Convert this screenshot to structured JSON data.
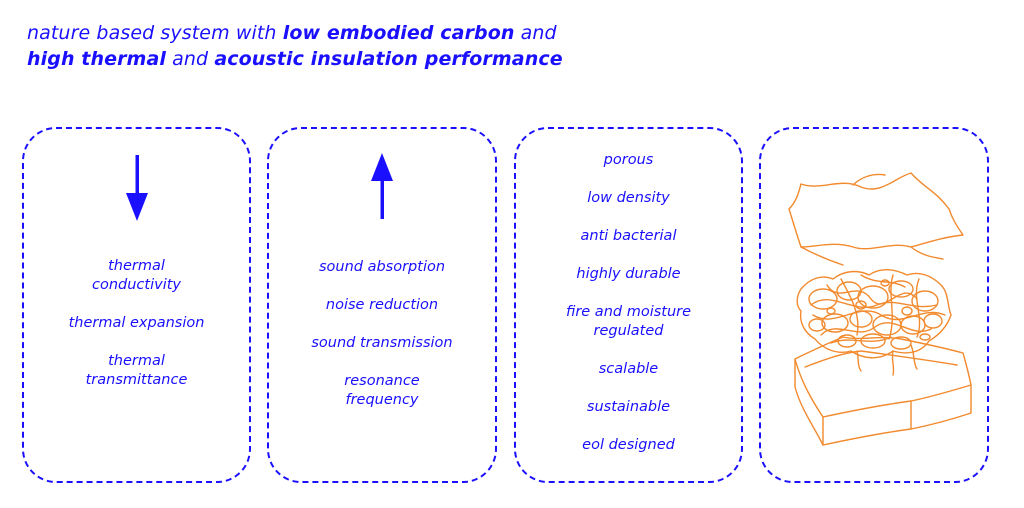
{
  "headline": {
    "line1_plain": "nature based system with ",
    "line1_bold": "low embodied carbon",
    "line1_tail": " and",
    "line2_bold_a": "high thermal",
    "line2_plain": " and ",
    "line2_bold_b": "acoustic insulation performance"
  },
  "panels": [
    {
      "arrow_icon": "arrow-down-icon",
      "items": [
        "thermal conductivity",
        "thermal expansion",
        "thermal transmittance"
      ]
    },
    {
      "arrow_icon": "arrow-up-icon",
      "items": [
        "sound absorption",
        "noise reduction",
        "sound transmission",
        "resonance frequency"
      ]
    },
    {
      "items": [
        "porous",
        "low density",
        "anti bacterial",
        "highly durable",
        "fire and moisture regulated",
        "scalable",
        "sustainable",
        "eol designed"
      ]
    },
    {
      "illustration_icon": "layered-material-sketch-icon"
    }
  ],
  "colors": {
    "accent": "#1a10ff",
    "sketch": "#f28a2e"
  }
}
